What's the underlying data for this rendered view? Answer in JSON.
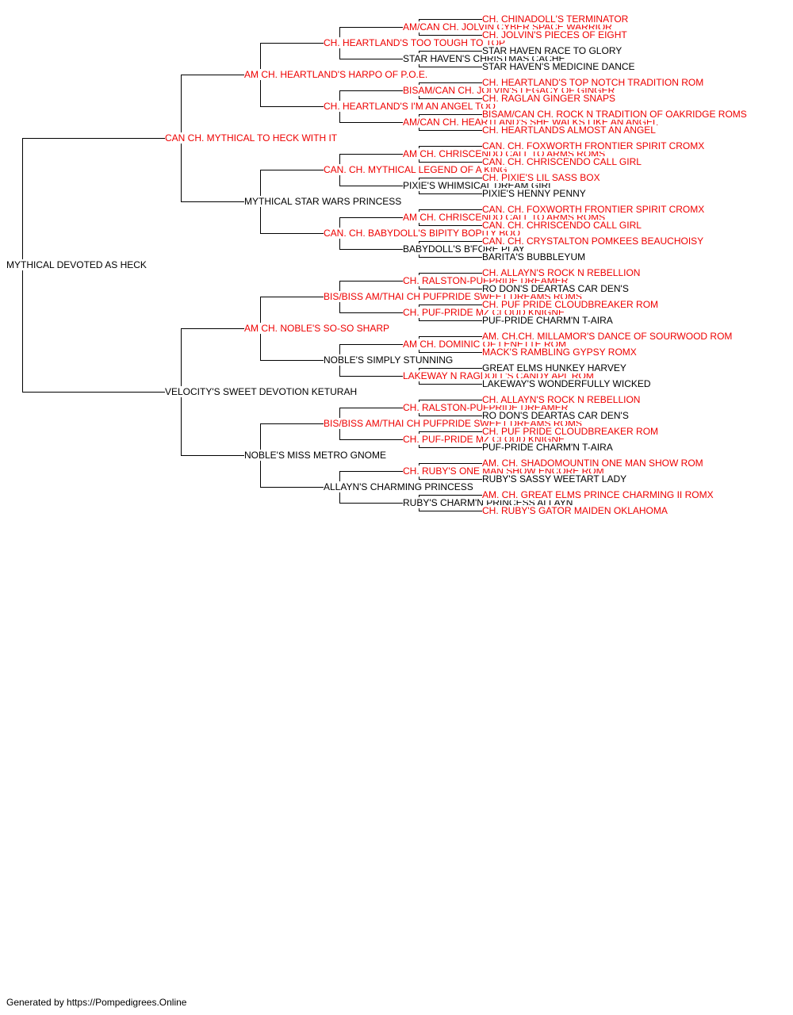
{
  "colors": {
    "champion": "#ee0000",
    "plain": "#000000",
    "line": "#000000"
  },
  "pedigree": {
    "subject": {
      "name": "MYTHICAL DEVOTED AS HECK",
      "champion": false
    },
    "generation_1": [
      {
        "name": "CAN CH. MYTHICAL TO HECK WITH IT",
        "champion": true
      },
      {
        "name": "VELOCITY'S SWEET DEVOTION KETURAH",
        "champion": false
      }
    ],
    "generation_2": [
      {
        "name": "AM CH. HEARTLAND'S HARPO OF P.O.E.",
        "champion": true
      },
      {
        "name": "MYTHICAL STAR WARS PRINCESS",
        "champion": false
      },
      {
        "name": "AM CH. NOBLE'S SO-SO SHARP",
        "champion": true
      },
      {
        "name": "NOBLE'S MISS METRO GNOME",
        "champion": false
      }
    ],
    "generation_3": [
      {
        "name": "CH. HEARTLAND'S TOO TOUGH TO TOP",
        "champion": true
      },
      {
        "name": "CH. HEARTLAND'S I'M AN ANGEL TOO",
        "champion": true
      },
      {
        "name": "CAN. CH. MYTHICAL LEGEND OF A KING",
        "champion": true
      },
      {
        "name": "CAN. CH. BABYDOLL'S BIPITY BOPITY BOO",
        "champion": true
      },
      {
        "name": "BIS/BISS AM/THAI CH PUFPRIDE SWEET DREAMS ROMS",
        "champion": true
      },
      {
        "name": "NOBLE'S SIMPLY STUNNING",
        "champion": false
      },
      {
        "name": "BIS/BISS AM/THAI CH PUFPRIDE SWEET DREAMS ROMS",
        "champion": true
      },
      {
        "name": "ALLAYN'S CHARMING PRINCESS",
        "champion": false
      }
    ],
    "generation_4": [
      {
        "name": "AM/CAN CH. JOLVIN CYBER SPACE WARRIOR",
        "champion": true
      },
      {
        "name": "STAR HAVEN'S CHRISTMAS CACHE",
        "champion": false
      },
      {
        "name": "BISAM/CAN CH. JOLVIN'S LEGACY OF GINGER",
        "champion": true
      },
      {
        "name": "AM/CAN CH. HEARTLAND'S SHE WALKS LIKE AN ANGEL",
        "champion": true
      },
      {
        "name": "AM CH. CHRISCENDO CALL TO ARMS ROMS",
        "champion": true
      },
      {
        "name": "PIXIE'S WHIMSICAL DREAM GIRL",
        "champion": false
      },
      {
        "name": "AM CH. CHRISCENDO CALL TO ARMS ROMS",
        "champion": true
      },
      {
        "name": "BABYDOLL'S B'FORE PLAY",
        "champion": false
      },
      {
        "name": "CH. RALSTON-PUFPRIDE DREAMER",
        "champion": true
      },
      {
        "name": "CH. PUF-PRIDE MZ CLOUD KNIGNE",
        "champion": true
      },
      {
        "name": "AM CH. DOMINIC OF LENETTE ROM",
        "champion": true
      },
      {
        "name": "LAKEWAY N RAGDOLL'S CANDY APL ROM",
        "champion": true
      },
      {
        "name": "CH. RALSTON-PUFPRIDE DREAMER",
        "champion": true
      },
      {
        "name": "CH. PUF-PRIDE MZ CLOUD KNIGNE",
        "champion": true
      },
      {
        "name": "CH. RUBY'S ONE MAN SHOW ENCORE ROM",
        "champion": true
      },
      {
        "name": "RUBY'S CHARM'N PRINCESS ALLAYN",
        "champion": false
      }
    ],
    "generation_5": [
      {
        "name": "CH. CHINADOLL'S TERMINATOR",
        "champion": true
      },
      {
        "name": "CH. JOLVIN'S PIECES OF EIGHT",
        "champion": true
      },
      {
        "name": "STAR HAVEN RACE TO GLORY",
        "champion": false
      },
      {
        "name": "STAR HAVEN'S MEDICINE DANCE",
        "champion": false
      },
      {
        "name": "CH. HEARTLAND'S TOP NOTCH TRADITION ROM",
        "champion": true
      },
      {
        "name": "CH. RAGLAN GINGER SNAPS",
        "champion": true
      },
      {
        "name": "BISAM/CAN CH. ROCK N TRADITION OF OAKRIDGE ROMS",
        "champion": true
      },
      {
        "name": "CH. HEARTLANDS ALMOST AN ANGEL",
        "champion": true
      },
      {
        "name": "CAN. CH. FOXWORTH FRONTIER SPIRIT CROMX",
        "champion": true
      },
      {
        "name": "CAN. CH. CHRISCENDO CALL GIRL",
        "champion": true
      },
      {
        "name": "CH. PIXIE'S LIL SASS BOX",
        "champion": true
      },
      {
        "name": "PIXIE'S HENNY PENNY",
        "champion": false
      },
      {
        "name": "CAN. CH. FOXWORTH FRONTIER SPIRIT CROMX",
        "champion": true
      },
      {
        "name": "CAN. CH. CHRISCENDO CALL GIRL",
        "champion": true
      },
      {
        "name": "CAN. CH. CRYSTALTON POMKEES BEAUCHOISY",
        "champion": true
      },
      {
        "name": "BARITA'S BUBBLEYUM",
        "champion": false
      },
      {
        "name": "CH. ALLAYN'S ROCK N REBELLION",
        "champion": true
      },
      {
        "name": "RO DON'S DEARTAS CAR DEN'S",
        "champion": false
      },
      {
        "name": "CH. PUF PRIDE CLOUDBREAKER ROM",
        "champion": true
      },
      {
        "name": "PUF-PRIDE CHARM'N T-AIRA",
        "champion": false
      },
      {
        "name": "AM. CH.CH. MILLAMOR'S DANCE OF SOURWOOD ROM",
        "champion": true
      },
      {
        "name": "MACK'S RAMBLING GYPSY ROMX",
        "champion": true
      },
      {
        "name": "GREAT ELMS HUNKEY HARVEY",
        "champion": false
      },
      {
        "name": "LAKEWAY'S WONDERFULLY WICKED",
        "champion": false
      },
      {
        "name": "CH. ALLAYN'S ROCK N REBELLION",
        "champion": true
      },
      {
        "name": "RO DON'S DEARTAS CAR DEN'S",
        "champion": false
      },
      {
        "name": "CH. PUF PRIDE CLOUDBREAKER ROM",
        "champion": true
      },
      {
        "name": "PUF-PRIDE CHARM'N T-AIRA",
        "champion": false
      },
      {
        "name": "AM. CH. SHADOMOUNTIN ONE MAN SHOW ROM",
        "champion": true
      },
      {
        "name": "RUBY'S SASSY WEETART LADY",
        "champion": false
      },
      {
        "name": "AM. CH. GREAT ELMS PRINCE CHARMING II ROMX",
        "champion": true
      },
      {
        "name": "CH. RUBY'S GATOR MAIDEN OKLAHOMA",
        "champion": true
      }
    ]
  },
  "footer": {
    "text": "Generated by https://Pompedigrees.Online"
  }
}
